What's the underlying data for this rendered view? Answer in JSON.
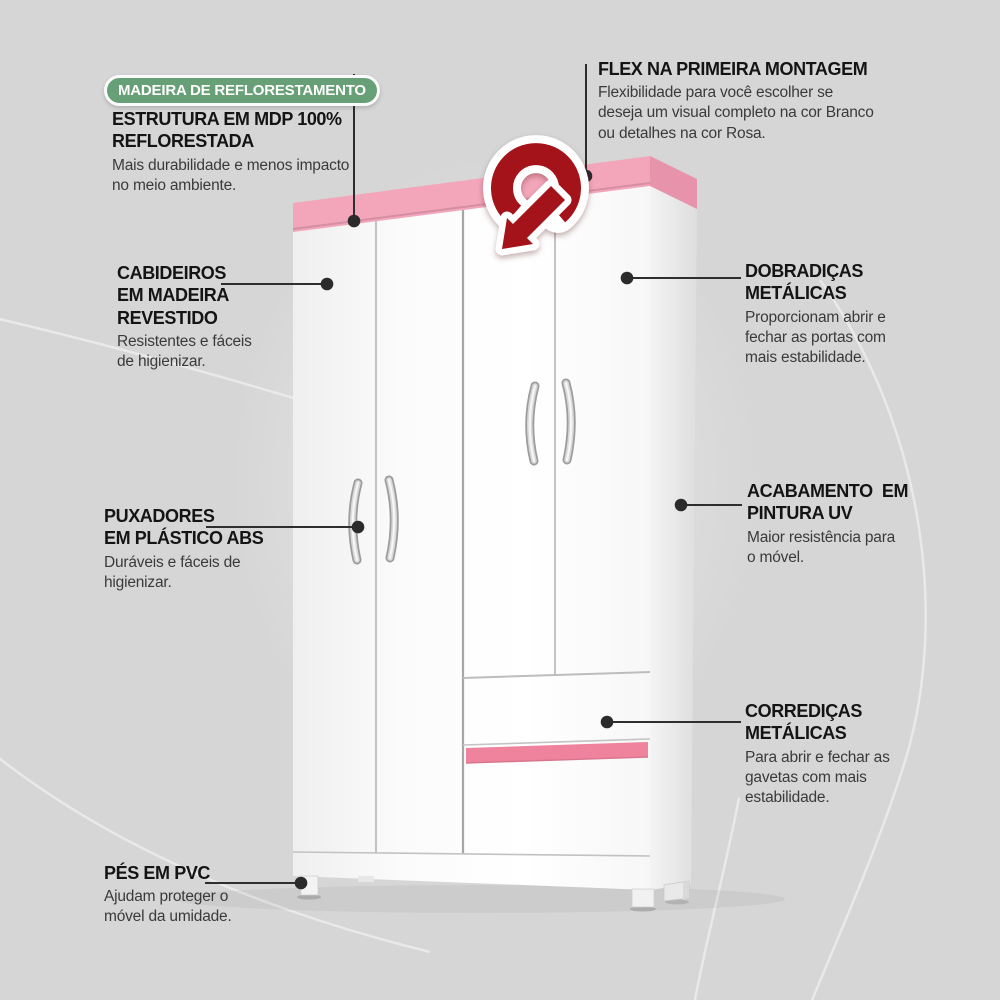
{
  "colors": {
    "background": "#d6d6d6",
    "pink_trim": "#f3a6ba",
    "pink_trim_side": "#e793ab",
    "pink_trim_edge": "#d48fa5",
    "pink_drawer_stripe": "#ef829d",
    "badge_green": "#67a076",
    "icon_red": "#a4121a",
    "callout_line": "#2e2e2e",
    "wardrobe_white": "#fdfdfd"
  },
  "badge": {
    "label": "MADEIRA DE REFLORESTAMENTO"
  },
  "callouts": {
    "estrutura": {
      "title": "ESTRUTURA EM MDP 100%\nREFLORESTADA",
      "body": "Mais durabilidade e menos impacto\nno meio ambiente."
    },
    "flex": {
      "title": "FLEX NA PRIMEIRA MONTAGEM",
      "body": "Flexibilidade para você escolher se\ndeseja um visual completo na cor Branco\nou detalhes na cor Rosa."
    },
    "cabideiros": {
      "title": "CABIDEIROS\nEM MADEIRA\nREVESTIDO",
      "body": "Resistentes e fáceis\nde higienizar."
    },
    "dobradicas": {
      "title": "DOBRADIÇAS\nMETÁLICAS",
      "body": "Proporcionam abrir e\nfechar as portas com\nmais estabilidade."
    },
    "puxadores": {
      "title": "PUXADORES\nEM PLÁSTICO ABS",
      "body": "Duráveis e fáceis de\nhigienizar."
    },
    "acabamento": {
      "title": "ACABAMENTO  EM\nPINTURA UV",
      "body": "Maior resistência para\no móvel."
    },
    "corredicas": {
      "title": "CORREDIÇAS\nMETÁLICAS",
      "body": "Para abrir e fechar as\ngavetas com mais\nestabilidade."
    },
    "pes": {
      "title": "PÉS EM PVC",
      "body": "Ajudam proteger o\nmóvel da umidade."
    }
  }
}
